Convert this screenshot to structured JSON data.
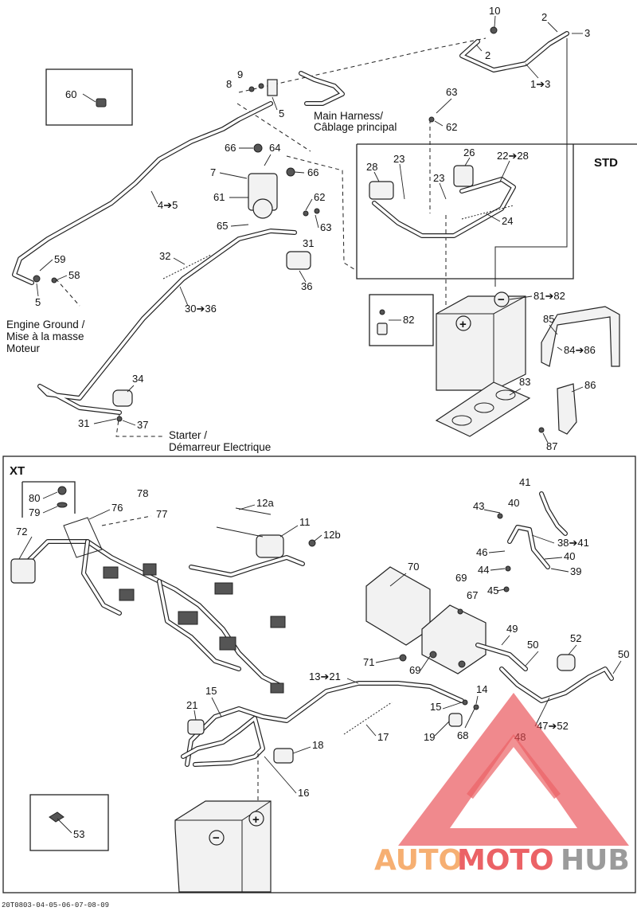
{
  "sections": {
    "std": "STD",
    "xt": "XT"
  },
  "notes": {
    "main_harness_en": "Main Harness/",
    "main_harness_fr": "Câblage principal",
    "engine_ground_1": "Engine Ground /",
    "engine_ground_2": "Mise à la masse",
    "engine_ground_3": "Moteur",
    "starter_1": "Starter /",
    "starter_2": "Démarreur Electrique"
  },
  "callouts": {
    "c10": "10",
    "c2a": "2",
    "c3": "3",
    "c2b": "2",
    "c1_3": "1➔3",
    "c9": "9",
    "c8": "8",
    "c5a": "5",
    "c60": "60",
    "c63a": "63",
    "c62a": "62",
    "c66a": "66",
    "c64": "64",
    "c7": "7",
    "c66b": "66",
    "c61": "61",
    "c62b": "62",
    "c65": "65",
    "c63b": "63",
    "c31a": "31",
    "c4_5": "4➔5",
    "c59": "59",
    "c58": "58",
    "c5b": "5",
    "c32": "32",
    "c30_36": "30➔36",
    "c36": "36",
    "c28": "28",
    "c23a": "23",
    "c26": "26",
    "c22_28": "22➔28",
    "c23b": "23",
    "c24": "24",
    "c81_82": "81➔82",
    "c82": "82",
    "c85": "85",
    "c84_86": "84➔86",
    "c83": "83",
    "c86": "86",
    "c87": "87",
    "c34": "34",
    "c31b": "31",
    "c37": "37",
    "c80": "80",
    "c79": "79",
    "c76": "76",
    "c78": "78",
    "c77": "77",
    "c72": "72",
    "c12a": "12a",
    "c11": "11",
    "c12b": "12b",
    "c41": "41",
    "c43": "43",
    "c40a": "40",
    "c38_41": "38➔41",
    "c46": "46",
    "c40b": "40",
    "c44": "44",
    "c39": "39",
    "c45": "45",
    "c70": "70",
    "c69a": "69",
    "c67": "67",
    "c49": "49",
    "c50a": "50",
    "c52": "52",
    "c50b": "50",
    "c71": "71",
    "c69b": "69",
    "c13_21": "13➔21",
    "c14": "14",
    "c15a": "15",
    "c68": "68",
    "c19": "19",
    "c48": "48",
    "c47_52": "47➔52",
    "c21": "21",
    "c15b": "15",
    "c17": "17",
    "c18": "18",
    "c16": "16",
    "c53": "53"
  },
  "battery_symbols": {
    "plus": "+",
    "minus": "−"
  },
  "footer_code": "20T0803-04-05-06-07-08-09",
  "watermark": {
    "part1": "AUTO",
    "part2": "MOTO",
    "part3": "HUB",
    "color_light": "#f5a25a",
    "color_red": "#e8474c",
    "color_gray": "#8a8a8a"
  }
}
